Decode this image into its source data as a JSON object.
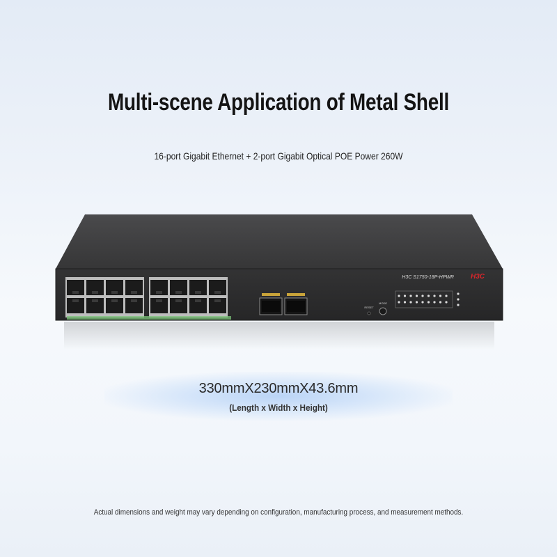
{
  "headline": {
    "title": "Multi-scene Application of Metal Shell",
    "subtitle": "16-port Gigabit Ethernet + 2-port Gigabit Optical POE Power 260W"
  },
  "device": {
    "brand": "H3C",
    "model": "H3C  S1750-18P-HPWR",
    "reset_label": "RESET",
    "mode_label": "MODE",
    "rj45_port_count": 16,
    "sfp_port_count": 2,
    "colors": {
      "chassis_top": "#3f3f40",
      "chassis_front": "#2d2d2e",
      "brand_red": "#d8262b",
      "port_strip": "#7cc47a"
    }
  },
  "dimensions": {
    "value": "330mmX230mmX43.6mm",
    "caption": "(Length x Width x Height)"
  },
  "disclaimer": "Actual dimensions and weight may vary depending on configuration, manufacturing process, and measurement methods."
}
